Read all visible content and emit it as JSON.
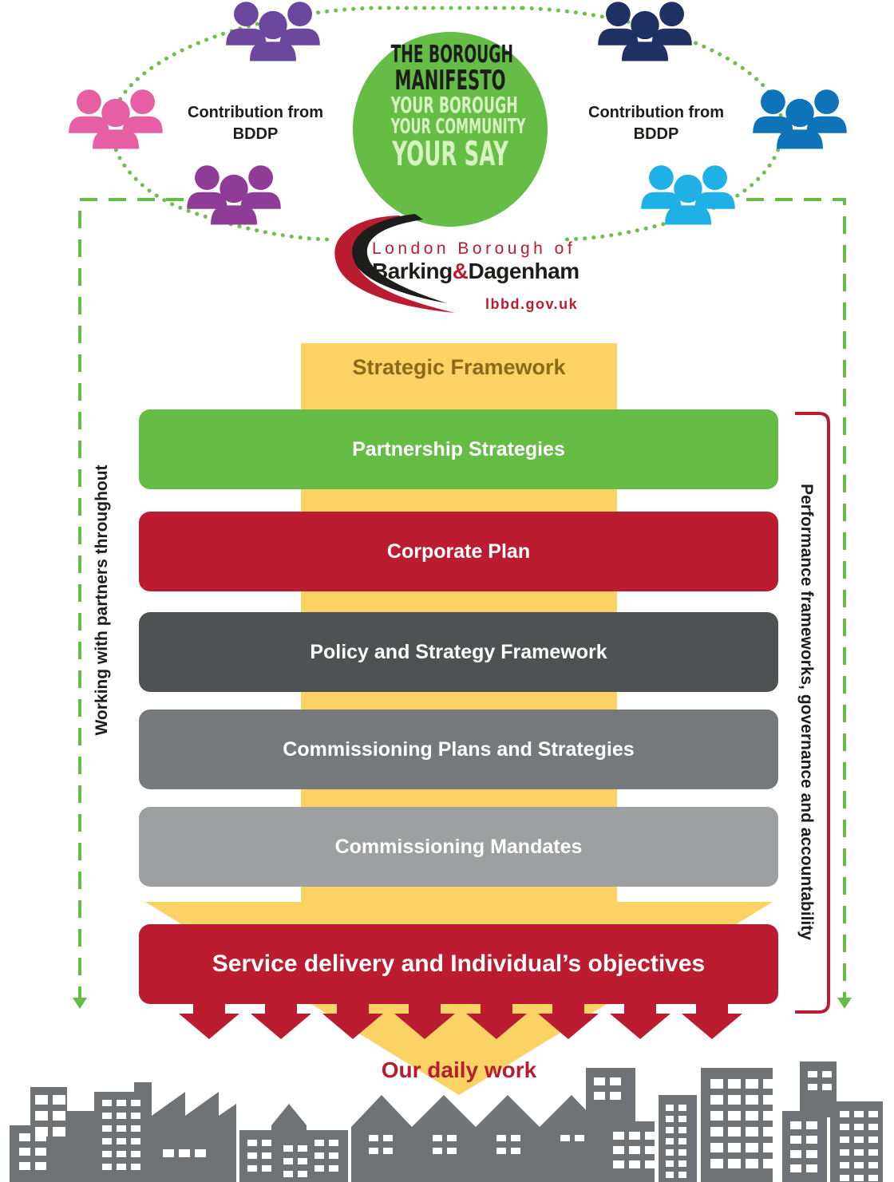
{
  "manifesto": {
    "line1": "THE BOROUGH",
    "line2": "MANIFESTO",
    "line3": "YOUR BOROUGH",
    "line4": "YOUR COMMUNITY",
    "line5": "YOUR SAY"
  },
  "contributions": {
    "left": {
      "line1": "Contribution from",
      "line2": "BDDP"
    },
    "right": {
      "line1": "Contribution from",
      "line2": "BDDP"
    }
  },
  "logo": {
    "top": "London Borough of",
    "main_a": "Barking",
    "main_amp": "&",
    "main_b": "Dagenham",
    "url": "lbbd.gov.uk"
  },
  "framework_title": "Strategic Framework",
  "bands": [
    {
      "label": "Partnership Strategies",
      "color": "#65bd45"
    },
    {
      "label": "Corporate Plan",
      "color": "#bc1c31"
    },
    {
      "label": "Policy and Strategy Framework",
      "color": "#4f5253"
    },
    {
      "label": "Commissioning Plans and Strategies",
      "color": "#76797b"
    },
    {
      "label": "Commissioning Mandates",
      "color": "#9d9fa0"
    }
  ],
  "service_delivery": "Service delivery and Individual’s objectives",
  "daily_work": "Our daily work",
  "left_side_label": "Working with partners throughout",
  "right_side_label": "Performance frameworks, governance and accountability",
  "colors": {
    "manifesto_green": "#65bd45",
    "strategic_yellow": "#fbd264",
    "brand_red": "#bc1c31",
    "building_grey": "#6f7375",
    "dashed_green": "#65bd45"
  },
  "icons": [
    "people-group-purple-icon",
    "people-group-pink-icon",
    "people-group-magenta-icon",
    "people-group-navy-icon",
    "people-group-blue-icon",
    "people-group-cyan-icon",
    "lbbd-swoosh-logo-icon",
    "cityscape-buildings-icon"
  ]
}
